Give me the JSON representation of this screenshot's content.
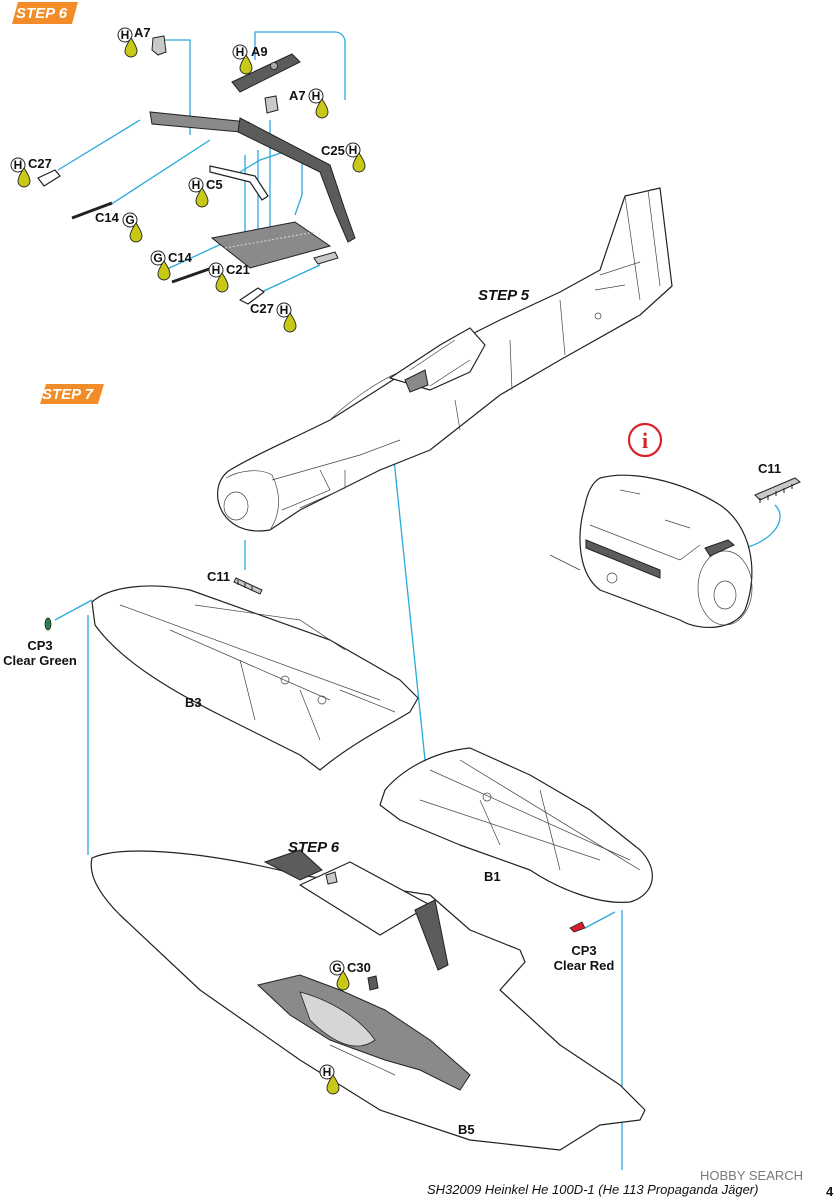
{
  "steps": {
    "step6_header": "STEP 6",
    "step7_header": "STEP 7",
    "step5_callout": "STEP 5",
    "step6_callout": "STEP 6"
  },
  "parts": {
    "a7_top": "A7",
    "a9": "A9",
    "a7_right": "A7",
    "c25": "C25",
    "c27_left": "C27",
    "c5": "C5",
    "c14_mid": "C14",
    "c14_low": "C14",
    "c21": "C21",
    "c27_low": "C27",
    "c11_detail": "C11",
    "c11_main": "C11",
    "cp3_left": "CP3",
    "cp3_left_note": "Clear Green",
    "b3": "B3",
    "b1": "B1",
    "cp3_right": "CP3",
    "cp3_right_note": "Clear Red",
    "c30": "C30",
    "b5": "B5"
  },
  "paint_codes": {
    "h": "H",
    "g": "G"
  },
  "attention_mark": "i",
  "footer": {
    "title": "SH32009  Heinkel He 100D-1 (He 113 Propaganda Jäger)",
    "page_number": "4",
    "watermark": "HOBBY SEARCH"
  },
  "colors": {
    "guide_line": "#29a9dc",
    "step_badge": "#f28c28",
    "paint_drop": "#c8c817",
    "attention": "#d6242a",
    "clear_green": "#2e7d4a",
    "clear_red": "#d81e2a"
  }
}
